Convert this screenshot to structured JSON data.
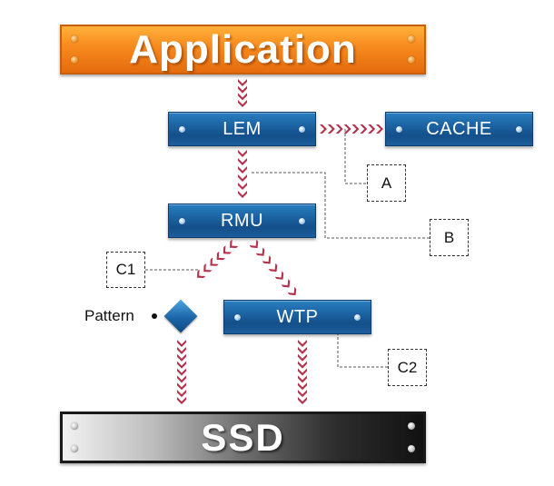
{
  "application": {
    "label": "Application"
  },
  "modules": {
    "lem": "LEM",
    "cache": "CACHE",
    "rmu": "RMU",
    "wtp": "WTP"
  },
  "ssd": {
    "label": "SSD"
  },
  "tags": {
    "a": "A",
    "b": "B",
    "c1": "C1",
    "c2": "C2"
  },
  "pattern": {
    "label": "Pattern"
  },
  "colors": {
    "arrow": "#b3314a",
    "application": "#f6891d",
    "module": "#1d66a6",
    "ssd_dark": "#111111"
  }
}
